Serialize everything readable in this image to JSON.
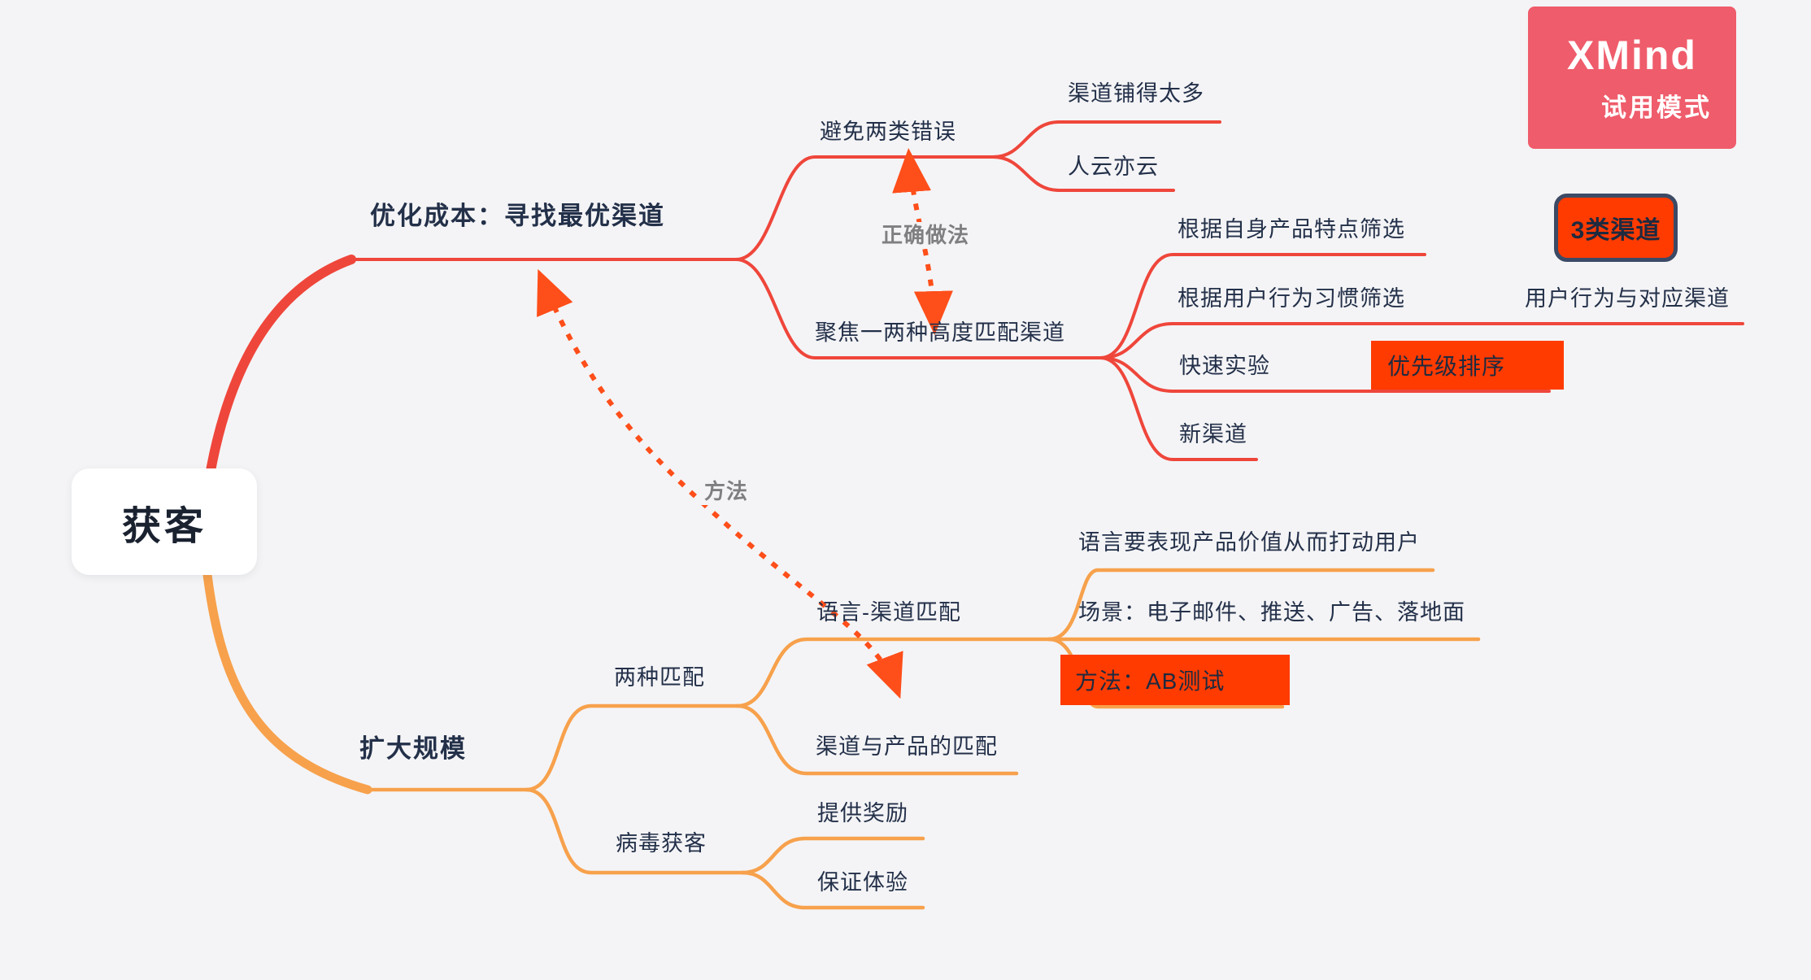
{
  "watermark": {
    "brand": "XMind",
    "mode": "试用模式"
  },
  "mindmap": {
    "root": "获客",
    "optimize": {
      "label": "优化成本：寻找最优渠道",
      "avoid": {
        "label": "避免两类错误",
        "too_many": "渠道铺得太多",
        "herd": "人云亦云"
      },
      "focus": {
        "label": "聚焦一两种高度匹配渠道",
        "by_product": "根据自身产品特点筛选",
        "by_behavior": "根据用户行为习惯筛选",
        "behavior_channels": "用户行为与对应渠道",
        "quick_test": "快速实验",
        "priority": "优先级排序",
        "new_channel": "新渠道"
      }
    },
    "scale": {
      "label": "扩大规模",
      "two_match": {
        "label": "两种匹配",
        "lang_channel": {
          "label": "语言-渠道匹配",
          "value_language": "语言要表现产品价值从而打动用户",
          "scenes": "场景：电子邮件、推送、广告、落地面",
          "ab_test": "方法：AB测试"
        },
        "channel_product": "渠道与产品的匹配"
      },
      "viral": {
        "label": "病毒获客",
        "reward": "提供奖励",
        "experience": "保证体验"
      }
    },
    "floating": {
      "channel_types": "3类渠道"
    },
    "relations": {
      "correct": "正确做法",
      "method": "方法"
    }
  },
  "colors": {
    "background": "#F4F4F6",
    "branch_red": "#EF463B",
    "branch_orange": "#F7A14C",
    "highlight_fill": "#FF3B00",
    "float_border": "#3C4A66",
    "relation_arrow": "#FE4E1A",
    "text_dark": "#233049",
    "relation_text": "#7F7F82",
    "watermark_bg": "#EF5C6B"
  }
}
